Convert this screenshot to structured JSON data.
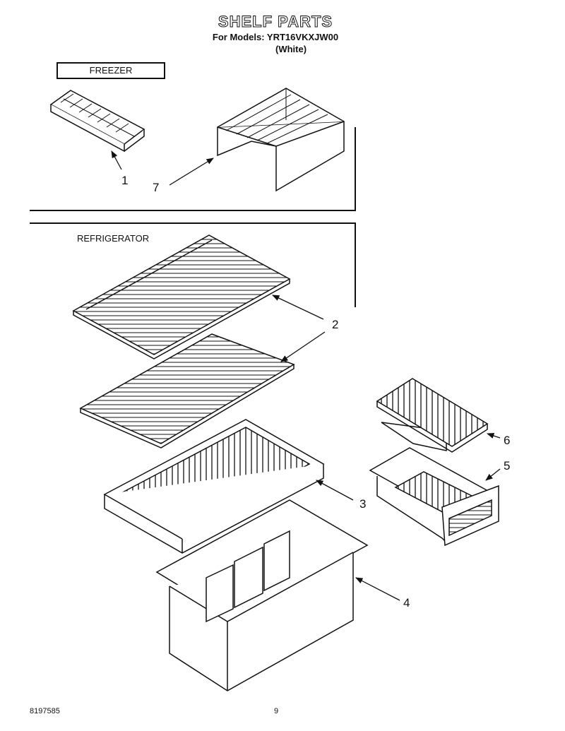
{
  "header": {
    "title": "SHELF PARTS",
    "models": "For Models: YRT16VKXJW00",
    "color": "(White)"
  },
  "sections": {
    "freezer": "FREEZER",
    "refrigerator": "REFRIGERATOR"
  },
  "callouts": [
    "1",
    "7",
    "2",
    "6",
    "5",
    "3",
    "4"
  ],
  "footer": {
    "doc_number": "8197585",
    "page": "9"
  }
}
